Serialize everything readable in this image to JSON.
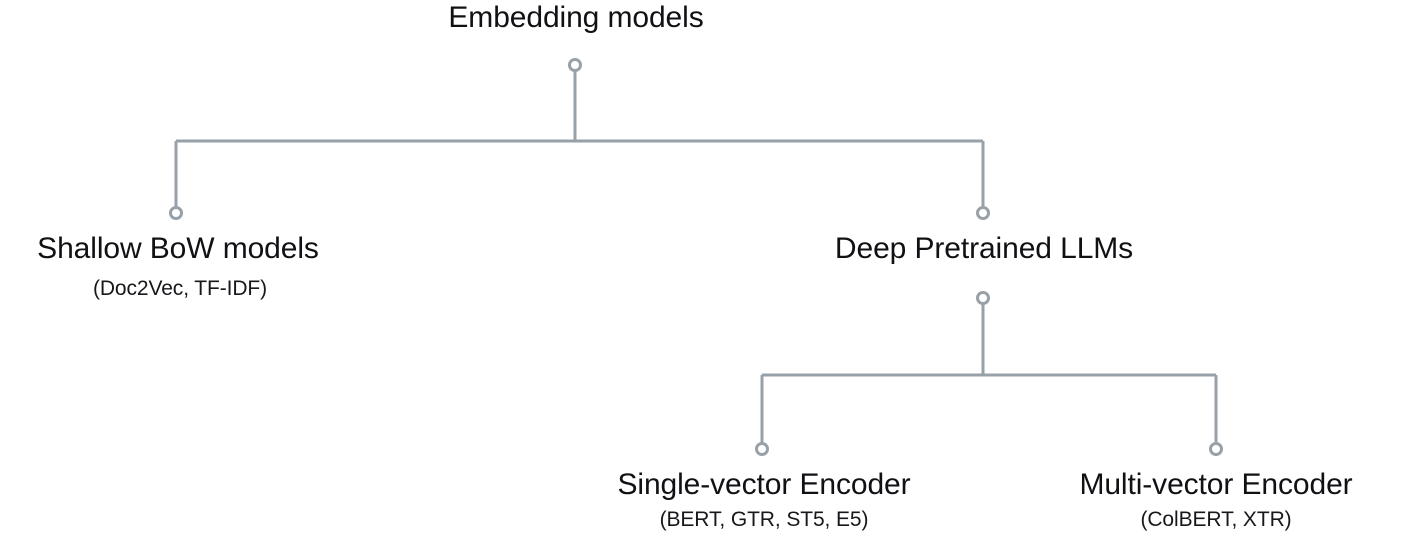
{
  "diagram": {
    "type": "tree",
    "title": "Embedding models",
    "background_color": "#ffffff",
    "edge_color": "#98a0a8",
    "node_marker_fill": "#ffffff",
    "node_marker_stroke": "#98a0a8",
    "text_color": "#101114"
  },
  "nodes": {
    "root": {
      "label": "Embedding models",
      "subtitle": ""
    },
    "shallow_bow": {
      "label": "Shallow BoW models",
      "subtitle": "(Doc2Vec, TF-IDF)"
    },
    "deep_llm": {
      "label": "Deep Pretrained LLMs",
      "subtitle": ""
    },
    "single_vector": {
      "label": "Single-vector Encoder",
      "subtitle": "(BERT, GTR, ST5, E5)"
    },
    "multi_vector": {
      "label": "Multi-vector Encoder",
      "subtitle": "(ColBERT, XTR)"
    }
  },
  "edges": [
    {
      "from": "root",
      "to": "shallow_bow"
    },
    {
      "from": "root",
      "to": "deep_llm"
    },
    {
      "from": "deep_llm",
      "to": "single_vector"
    },
    {
      "from": "deep_llm",
      "to": "multi_vector"
    }
  ]
}
